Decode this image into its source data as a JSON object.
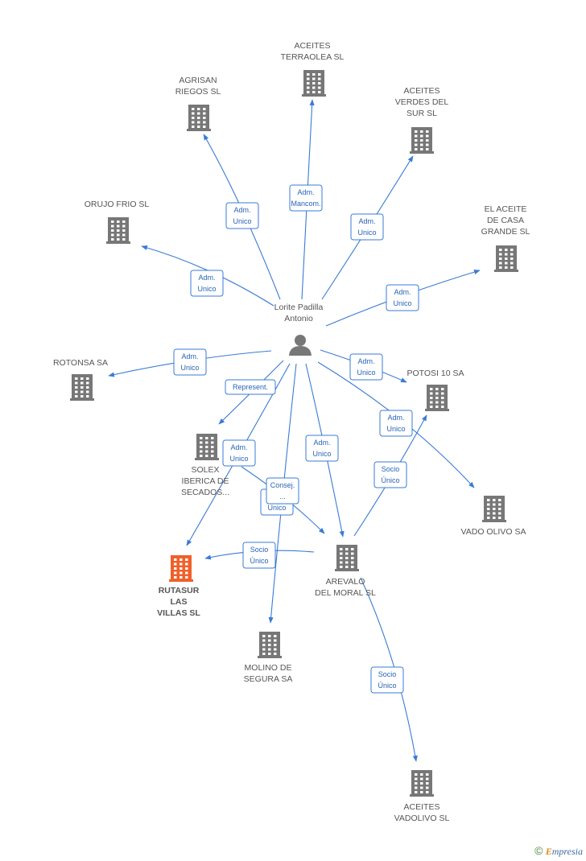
{
  "colors": {
    "edge": "#3a7bd5",
    "building": "#777777",
    "highlight": "#f0602a",
    "person": "#777777"
  },
  "person": {
    "id": "lorite",
    "label": [
      "Lorite Padilla",
      "Antonio"
    ]
  },
  "companies": [
    {
      "id": "aceites-terraolea",
      "label": [
        "ACEITES",
        "TERRAOLEA  SL"
      ]
    },
    {
      "id": "agrisan",
      "label": [
        "AGRISAN",
        "RIEGOS SL"
      ]
    },
    {
      "id": "aceites-verdes",
      "label": [
        "ACEITES",
        "VERDES DEL",
        "SUR  SL"
      ]
    },
    {
      "id": "orujo-frio",
      "label": [
        "ORUJO FRIO SL"
      ]
    },
    {
      "id": "el-aceite-casa-grande",
      "label": [
        "EL ACEITE",
        "DE CASA",
        "GRANDE  SL"
      ]
    },
    {
      "id": "rotonsa",
      "label": [
        "ROTONSA SA"
      ]
    },
    {
      "id": "potosi-10",
      "label": [
        "POTOSI 10 SA"
      ]
    },
    {
      "id": "solex",
      "label": [
        "SOLEX",
        "IBERICA DE",
        "SECADOS..."
      ]
    },
    {
      "id": "vado-olivo",
      "label": [
        "VADO OLIVO SA"
      ]
    },
    {
      "id": "rutasur",
      "label": [
        "RUTASUR",
        "LAS",
        "VILLAS  SL"
      ],
      "highlight": true
    },
    {
      "id": "arevalo",
      "label": [
        "AREVALO",
        "DEL MORAL SL"
      ]
    },
    {
      "id": "molino-segura",
      "label": [
        "MOLINO DE",
        "SEGURA SA"
      ]
    },
    {
      "id": "aceites-vadolivo",
      "label": [
        "ACEITES",
        "VADOLIVO  SL"
      ]
    }
  ],
  "edges": [
    {
      "from": "lorite",
      "to": "aceites-terraolea",
      "label": [
        "Adm.",
        "Mancom."
      ]
    },
    {
      "from": "lorite",
      "to": "agrisan",
      "label": [
        "Adm.",
        "Unico"
      ]
    },
    {
      "from": "lorite",
      "to": "aceites-verdes",
      "label": [
        "Adm.",
        "Unico"
      ]
    },
    {
      "from": "lorite",
      "to": "orujo-frio",
      "label": [
        "Adm.",
        "Unico"
      ]
    },
    {
      "from": "lorite",
      "to": "el-aceite-casa-grande",
      "label": [
        "Adm.",
        "Unico"
      ]
    },
    {
      "from": "lorite",
      "to": "rotonsa",
      "label": [
        "Adm.",
        "Unico"
      ]
    },
    {
      "from": "lorite",
      "to": "potosi-10",
      "label": [
        "Adm.",
        "Unico"
      ]
    },
    {
      "from": "lorite",
      "to": "solex",
      "label": [
        "Represent."
      ]
    },
    {
      "from": "lorite",
      "to": "vado-olivo",
      "label": [
        "Adm.",
        "Unico"
      ]
    },
    {
      "from": "lorite",
      "to": "rutasur",
      "label": [
        "Adm.",
        "Unico"
      ]
    },
    {
      "from": "lorite",
      "to": "arevalo",
      "label": [
        "Adm.",
        "Unico"
      ]
    },
    {
      "from": "lorite",
      "to": "molino-segura",
      "label": [
        "Adm.",
        "Unico"
      ]
    },
    {
      "from": "solex",
      "to": "arevalo",
      "label": [
        "Consej.",
        "..."
      ]
    },
    {
      "from": "arevalo",
      "to": "rutasur",
      "label": [
        "Socio",
        "Único"
      ]
    },
    {
      "from": "arevalo",
      "to": "potosi-10",
      "label": [
        "Socio",
        "Único"
      ]
    },
    {
      "from": "arevalo",
      "to": "aceites-vadolivo",
      "label": [
        "Socio",
        "Único"
      ]
    }
  ],
  "footer": {
    "copyright": "©",
    "brand_first": "E",
    "brand_rest": "mpresia"
  }
}
